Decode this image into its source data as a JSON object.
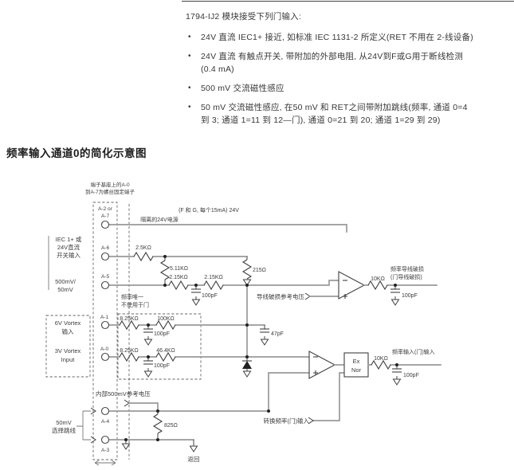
{
  "text": {
    "intro": "1794-IJ2 模块接受下列门输入:",
    "bullet_char": "•",
    "b1a": "24V 直流 IEC1+ 接近, 如标准 IEC 1131-2 所定义(RET 不用在 2-线设备)",
    "b2a": "24V 直流 有触点开关, 带附加的外部电阻, 从24V到F或G用于断线检测",
    "b2b": "(0.4 mA)",
    "b3a": "500 mV 交流磁性感应",
    "b4a": "50 mV 交流磁性感应, 在50 mV 和 RET之间带附加跳线(频率, 通道 0=4",
    "b4b": "到 3; 通道 1=11 到 12—门), 通道 0=21 到 20; 通道 1=29 到 29)",
    "heading": "频率输入通道0的简化示意图"
  },
  "d": {
    "note1": "端子基座上的A-0",
    "note2": "到A-7为螺丝固定端子",
    "pwr": "(F 和 G, 每个15mA) 24V",
    "iso": "隔离的24V电源",
    "t1a": "A-2 or",
    "t1b": "A-7",
    "t2": "A-6",
    "t3": "A-5",
    "t4": "A-1",
    "t5": "A-0",
    "t6": "A-4",
    "t7": "A-3",
    "iec1": "IEC 1+ 或",
    "iec2": "24V直流",
    "iec3": "开关输入",
    "mv1": "500mV/",
    "mv2": "50mV",
    "r25": "2.5KΩ",
    "r511": "5.11KΩ",
    "r215a": "2.15KΩ",
    "r215b": "2.15KΩ",
    "r215o": "215Ω",
    "c100a": "100pF",
    "c100b": "100pF",
    "c100c": "100pF",
    "c100d": "100pF",
    "c100e": "100pF",
    "c47": "47pF",
    "fo1": "频率唯一",
    "fo2": "不使用于门",
    "ref": "导线破损参考电压",
    "fb1": "频率导线破损",
    "fb2": "(门导线破损)",
    "r10a": "10KΩ",
    "r10b": "10KΩ",
    "v61": "6V Vortex",
    "v62": "输入",
    "v31": "3V Vortex",
    "v32": "Input",
    "r825a": "8.25KΩ",
    "r825b": "8.25KΩ",
    "r100k": "100KΩ",
    "r464": "46.4KΩ",
    "int": "内部500mV参考电压",
    "j1": "50mV",
    "j2": "选择跳线",
    "r825o": "825Ω",
    "conv": "转换频率(门)输入",
    "fin": "频率输入(门)输入",
    "ex1": "Ex",
    "ex2": "Nor",
    "ret": "返回"
  }
}
